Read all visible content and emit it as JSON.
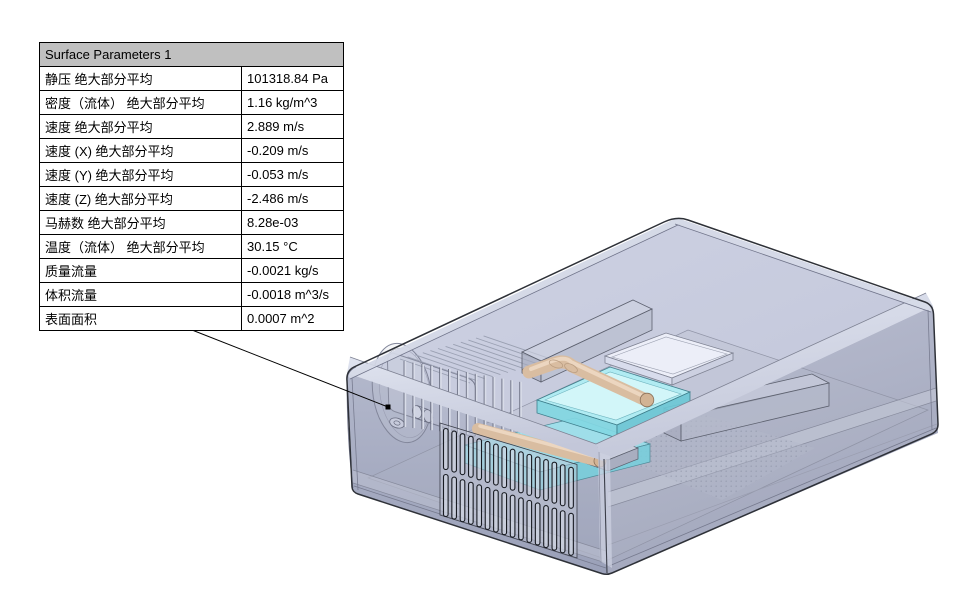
{
  "callout": {
    "title": "Surface Parameters 1",
    "header_bg": "#c0c0c0",
    "border_color": "#000000",
    "rows": [
      {
        "label": "静压 绝大部分平均",
        "value": "101318.84 Pa"
      },
      {
        "label": "密度（流体） 绝大部分平均",
        "value": "1.16 kg/m^3"
      },
      {
        "label": "速度 绝大部分平均",
        "value": "2.889 m/s"
      },
      {
        "label": "速度 (X) 绝大部分平均",
        "value": "-0.209 m/s"
      },
      {
        "label": "速度 (Y) 绝大部分平均",
        "value": "-0.053 m/s"
      },
      {
        "label": "速度 (Z) 绝大部分平均",
        "value": "-2.486 m/s"
      },
      {
        "label": "马赫数 绝大部分平均",
        "value": "8.28e-03"
      },
      {
        "label": "温度（流体） 绝大部分平均",
        "value": "30.15 °C"
      },
      {
        "label": "质量流量",
        "value": "-0.0021 kg/s"
      },
      {
        "label": "体积流量",
        "value": "-0.0018 m^3/s"
      },
      {
        "label": "表面面积",
        "value": "0.0007 m^2"
      }
    ]
  },
  "scene": {
    "objects": [
      "enclosure-shell",
      "cooling-fan",
      "heat-sink",
      "vent-grille",
      "heat-pipe",
      "cold-plate-upper",
      "cold-plate-lower",
      "pcb-board",
      "memory-beam-left",
      "memory-beam-right",
      "white-cover-plate",
      "small-component-box"
    ],
    "colors": {
      "shell_top": "#c8ccdf",
      "shell_front": "#a8adc4",
      "shell_right": "#b2b6ca",
      "edge_highlight": "#dde1ee",
      "edge_line": "#33363f",
      "cyan_plate": "#a9ecf2",
      "copper_pipe": "#d9bda1",
      "white_plate": "#eceef8",
      "grille_slot": "#181b22",
      "background": "#ffffff"
    }
  }
}
